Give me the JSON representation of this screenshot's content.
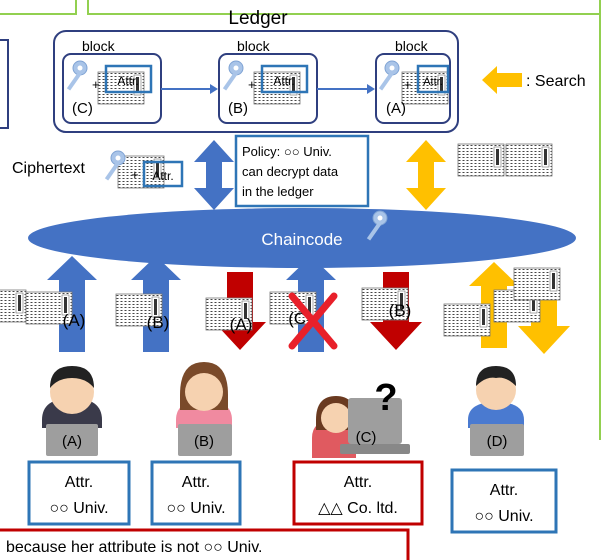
{
  "ledger": {
    "title": "Ledger",
    "blocks": [
      {
        "label": "block",
        "attr": "Attr.",
        "tag": "(C)"
      },
      {
        "label": "block",
        "attr": "Attr.",
        "tag": "(B)"
      },
      {
        "label": "block",
        "attr": "Attr.",
        "tag": "(A)"
      }
    ]
  },
  "search_label": ": Search",
  "ciphertext_label": "Ciphertext",
  "ciphertext_attr": "Attr.",
  "policy": [
    "Policy: ○○ Univ.",
    "can decrypt data",
    "in the ledger"
  ],
  "chaincode_label": "Chaincode",
  "flow_labels": [
    "(A)",
    "(B)",
    "(A)",
    "(C)",
    "(B)"
  ],
  "users": [
    {
      "tag": "(A)",
      "attr_lines": [
        "Attr.",
        "○○ Univ."
      ]
    },
    {
      "tag": "(B)",
      "attr_lines": [
        "Attr.",
        "○○ Univ."
      ]
    },
    {
      "tag": "(C)",
      "attr_lines": [
        "Attr.",
        "△△ Co. ltd."
      ]
    },
    {
      "tag": "(D)",
      "attr_lines": [
        "Attr.",
        "○○ Univ."
      ]
    }
  ],
  "question_mark": "?",
  "bottom_note": "because her attribute is not ○○ Univ.",
  "colors": {
    "green_border": "#92d050",
    "ledger_border": "#2f3f7f",
    "blue": "#4472c4",
    "teal_box": "#2e75b6",
    "orange": "#ffc000",
    "red": "#c00000",
    "red_x": "#e8202a",
    "key_blue": "#a9c4e8"
  }
}
